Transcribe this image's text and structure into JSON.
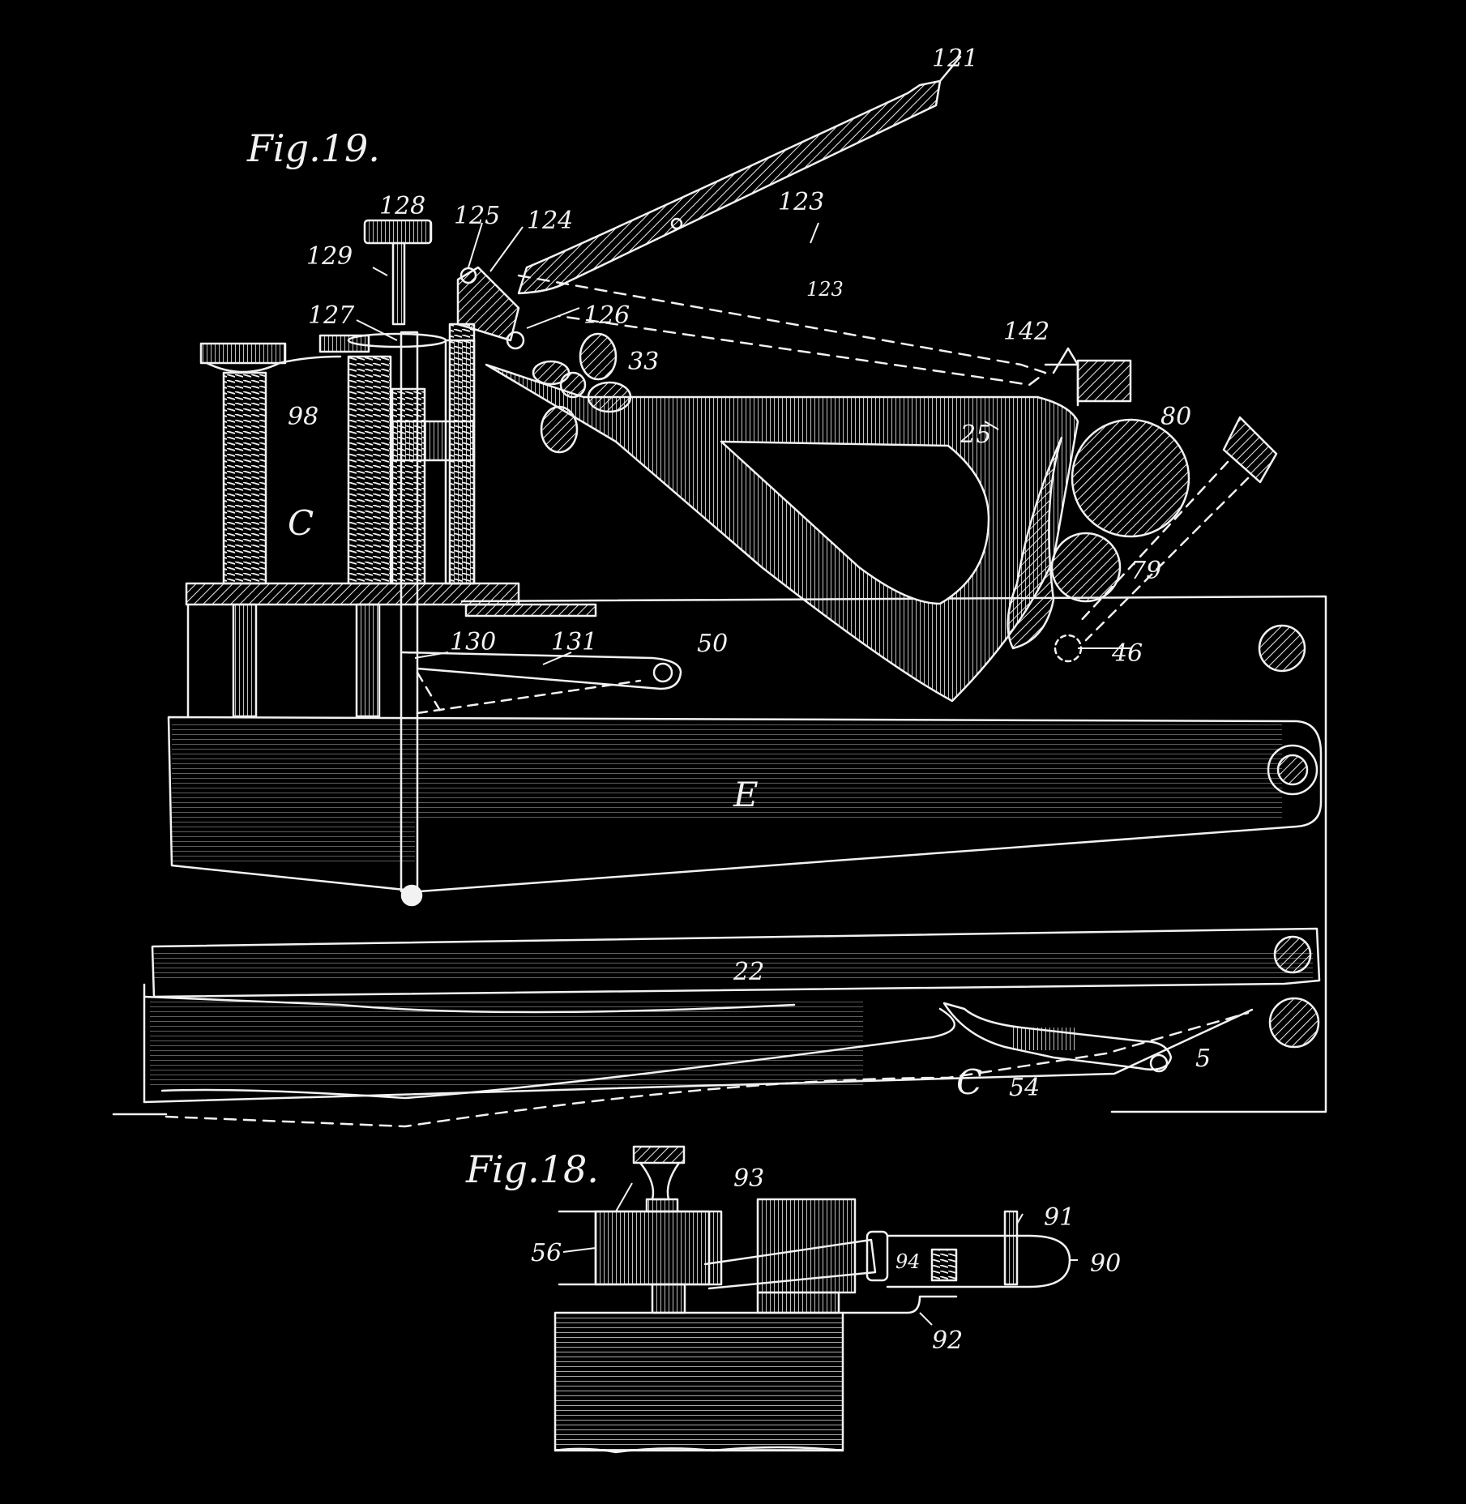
{
  "figures": {
    "fig19": "Fig.19.",
    "fig18": "Fig.18."
  },
  "labels": {
    "l121": "121",
    "l123": "123",
    "l123b": "123",
    "l124": "124",
    "l125": "125",
    "l126": "126",
    "l127": "127",
    "l128": "128",
    "l129": "129",
    "l130": "130",
    "l131": "131",
    "l142": "142",
    "l33": "33",
    "l98": "98",
    "lC1": "C",
    "l25": "25",
    "l80": "80",
    "l79": "79",
    "l46": "46",
    "l50": "50",
    "lE": "E",
    "l22": "22",
    "l5": "5",
    "lC2": "C",
    "l54": "54",
    "l93": "93",
    "l56": "56",
    "l91": "91",
    "l90": "90",
    "l94": "94",
    "l92": "92"
  },
  "colors": {
    "background": "#000000",
    "line": "#f2f2f2"
  }
}
